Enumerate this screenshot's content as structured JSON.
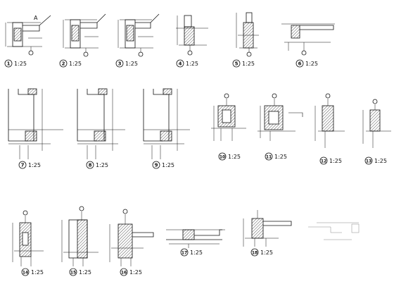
{
  "sheet": {
    "line_color": "#111111",
    "background": "#ffffff"
  },
  "details": [
    {
      "id": "detail-1",
      "number": "1",
      "scale": "1:25"
    },
    {
      "id": "detail-2",
      "number": "2",
      "scale": "1:25"
    },
    {
      "id": "detail-3",
      "number": "3",
      "scale": "1:25"
    },
    {
      "id": "detail-4",
      "number": "4",
      "scale": "1:25"
    },
    {
      "id": "detail-5",
      "number": "5",
      "scale": "1:25"
    },
    {
      "id": "detail-6",
      "number": "6",
      "scale": "1:25"
    },
    {
      "id": "detail-7",
      "number": "7",
      "scale": "1:25"
    },
    {
      "id": "detail-8",
      "number": "8",
      "scale": "1:25"
    },
    {
      "id": "detail-9",
      "number": "9",
      "scale": "1:25"
    },
    {
      "id": "detail-10",
      "number": "10",
      "scale": "1:25"
    },
    {
      "id": "detail-11",
      "number": "11",
      "scale": "1:25"
    },
    {
      "id": "detail-12",
      "number": "12",
      "scale": "1:25"
    },
    {
      "id": "detail-13",
      "number": "13",
      "scale": "1:25"
    },
    {
      "id": "detail-14",
      "number": "14",
      "scale": "1:25"
    },
    {
      "id": "detail-15",
      "number": "15",
      "scale": "1:25"
    },
    {
      "id": "detail-16",
      "number": "16",
      "scale": "1:25"
    },
    {
      "id": "detail-17",
      "number": "17",
      "scale": "1:25"
    },
    {
      "id": "detail-18",
      "number": "18",
      "scale": "1:25"
    }
  ]
}
